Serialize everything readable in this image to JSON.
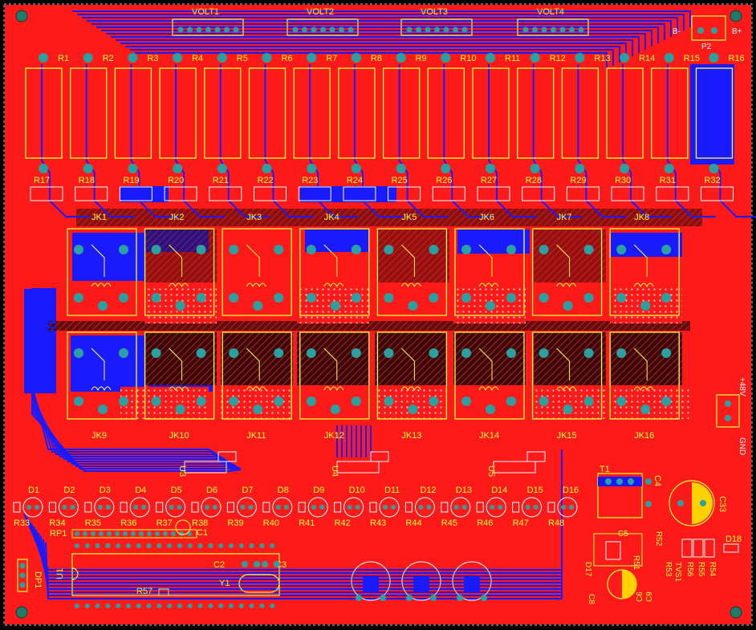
{
  "board": {
    "colors": {
      "copper_top": "#ff1a1a",
      "copper_bottom": "#1a1aff",
      "silkscreen": "#ffff3a",
      "pad": "#2aa0a0",
      "background": "#000000",
      "mechanical": "#c8c8c8"
    }
  },
  "connectors_top": [
    "VOLT1",
    "VOLT2",
    "VOLT3",
    "VOLT4"
  ],
  "resistors_top": [
    "R1",
    "R2",
    "R3",
    "R4",
    "R5",
    "R6",
    "R7",
    "R8",
    "R9",
    "R10",
    "R11",
    "R12",
    "R13",
    "R14",
    "R15",
    "R16"
  ],
  "resistors_mid": [
    "R17",
    "R18",
    "R19",
    "R20",
    "R21",
    "R22",
    "R23",
    "R24",
    "R25",
    "R26",
    "R27",
    "R28",
    "R29",
    "R30",
    "R31",
    "R32"
  ],
  "relays_row1": [
    "JK1",
    "JK2",
    "JK3",
    "JK4",
    "JK5",
    "JK6",
    "JK7",
    "JK8"
  ],
  "relays_row2": [
    "JK9",
    "JK10",
    "JK11",
    "JK12",
    "JK13",
    "JK14",
    "JK15",
    "JK16"
  ],
  "drivers": [
    "U3",
    "U4",
    "U5"
  ],
  "diodes": [
    "D1",
    "D2",
    "D3",
    "D4",
    "D5",
    "D6",
    "D7",
    "D8",
    "D9",
    "D10",
    "D11",
    "D12",
    "D13",
    "D14",
    "D15",
    "D16"
  ],
  "resistors_bottom": [
    "R33",
    "R34",
    "R35",
    "R36",
    "R37",
    "R38",
    "R39",
    "R40",
    "R41",
    "R42",
    "R43",
    "R44",
    "R45",
    "R46",
    "R47",
    "R48"
  ],
  "misc_labels": {
    "rp1": "RP1",
    "c1": "C1",
    "u1": "U1",
    "c2": "C2",
    "c3": "C3",
    "y1": "Y1",
    "r57": "R57",
    "dp1": "DP1",
    "t1": "T1",
    "c4": "C4",
    "c5": "C5",
    "r52": "R52",
    "r51": "R51",
    "d17": "D17",
    "c8": "C8",
    "c6": "C6",
    "c9": "C9",
    "r53": "R53",
    "tvs1": "TVS1",
    "r56": "R56",
    "r55": "R55",
    "r54": "R54",
    "d18": "D18",
    "c33": "C33",
    "p2": "P2",
    "b_minus": "B-",
    "b_plus": "B+",
    "gnd": "GND",
    "plus48v": "+48V"
  }
}
